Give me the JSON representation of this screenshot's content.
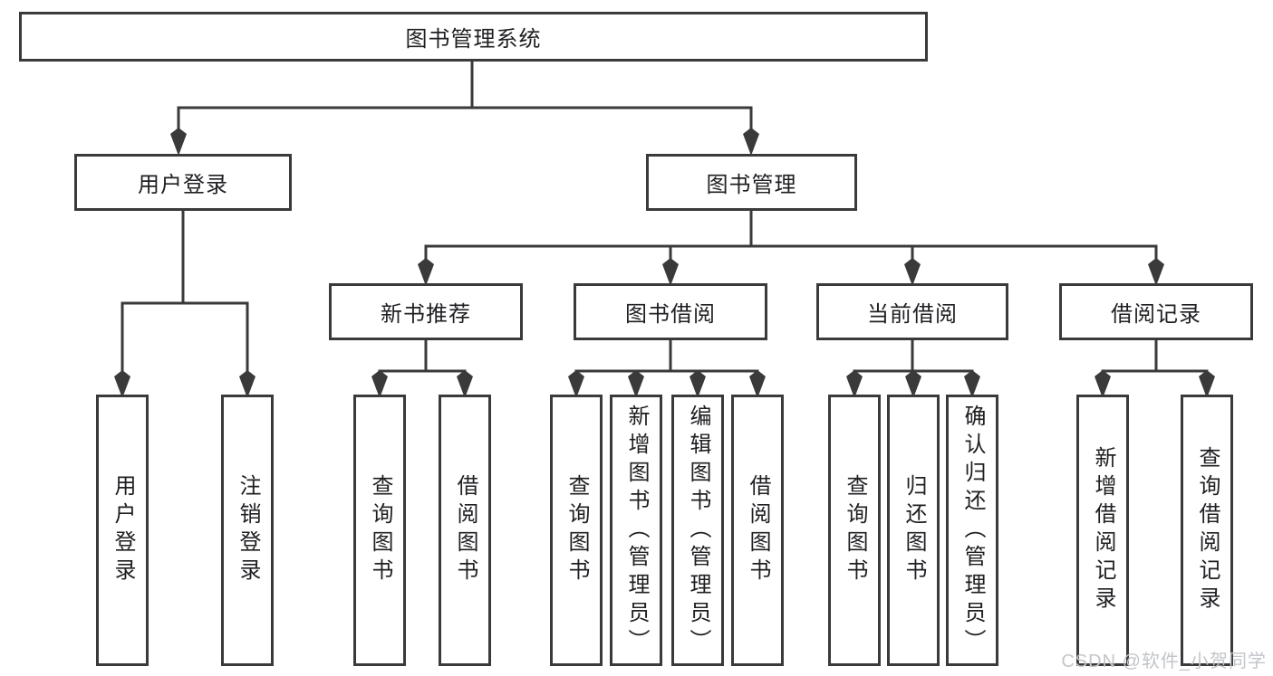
{
  "root": {
    "label": "图书管理系统"
  },
  "level2": [
    {
      "label": "用户登录"
    },
    {
      "label": "图书管理"
    }
  ],
  "level3": [
    {
      "label": "新书推荐"
    },
    {
      "label": "图书借阅"
    },
    {
      "label": "当前借阅"
    },
    {
      "label": "借阅记录"
    }
  ],
  "leaves": [
    {
      "label": "用户登录"
    },
    {
      "label": "注销登录"
    },
    {
      "label": "查询图书"
    },
    {
      "label": "借阅图书"
    },
    {
      "label": "查询图书"
    },
    {
      "label": "新增图书（管理员）"
    },
    {
      "label": "编辑图书（管理员）"
    },
    {
      "label": "借阅图书"
    },
    {
      "label": "查询图书"
    },
    {
      "label": "归还图书"
    },
    {
      "label": "确认归还（管理员）"
    },
    {
      "label": "新增借阅记录"
    },
    {
      "label": "查询借阅记录"
    }
  ],
  "watermark": {
    "text": "CSDN @软件_小贺同学"
  },
  "colors": {
    "line": "#3a3a3a",
    "text": "#1f1f23",
    "watermark_text": "#c2c5c9",
    "background": "#ffffff"
  }
}
